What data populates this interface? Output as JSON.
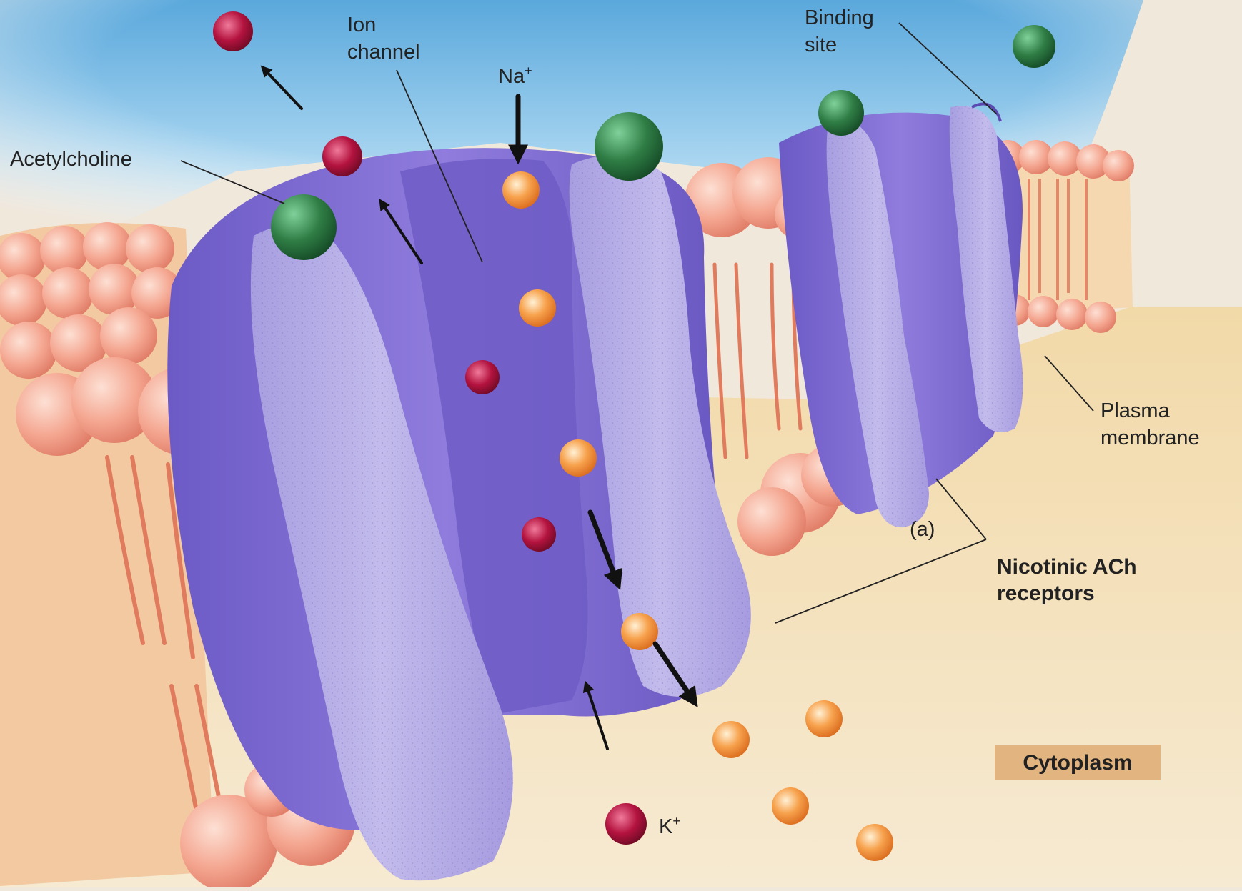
{
  "labels": {
    "ion_channel_line1": "Ion",
    "ion_channel_line2": "channel",
    "na": "Na",
    "na_sup": "+",
    "binding_site_line1": "Binding",
    "binding_site_line2": "site",
    "acetylcholine": "Acetylcholine",
    "plasma_membrane_line1": "Plasma",
    "plasma_membrane_line2": "membrane",
    "panel_a": "(a)",
    "nicotinic_line1": "Nicotinic ACh",
    "nicotinic_line2": "receptors",
    "cytoplasm": "Cytoplasm",
    "k": "K",
    "k_sup": "+"
  },
  "colors": {
    "extracellular": "#6fb6e0",
    "cytoplasm_bg": "#f0ddb8",
    "lipid_head": "#f3a08e",
    "lipid_tail": "#e58a6a",
    "receptor_dark": "#8c76d6",
    "receptor_light": "#b7aee6",
    "acetylcholine": "#2f7d45",
    "sodium_ion": "#f08a3a",
    "potassium_ion": "#b3133f",
    "cytoplasm_tag": "#e2b47f"
  }
}
